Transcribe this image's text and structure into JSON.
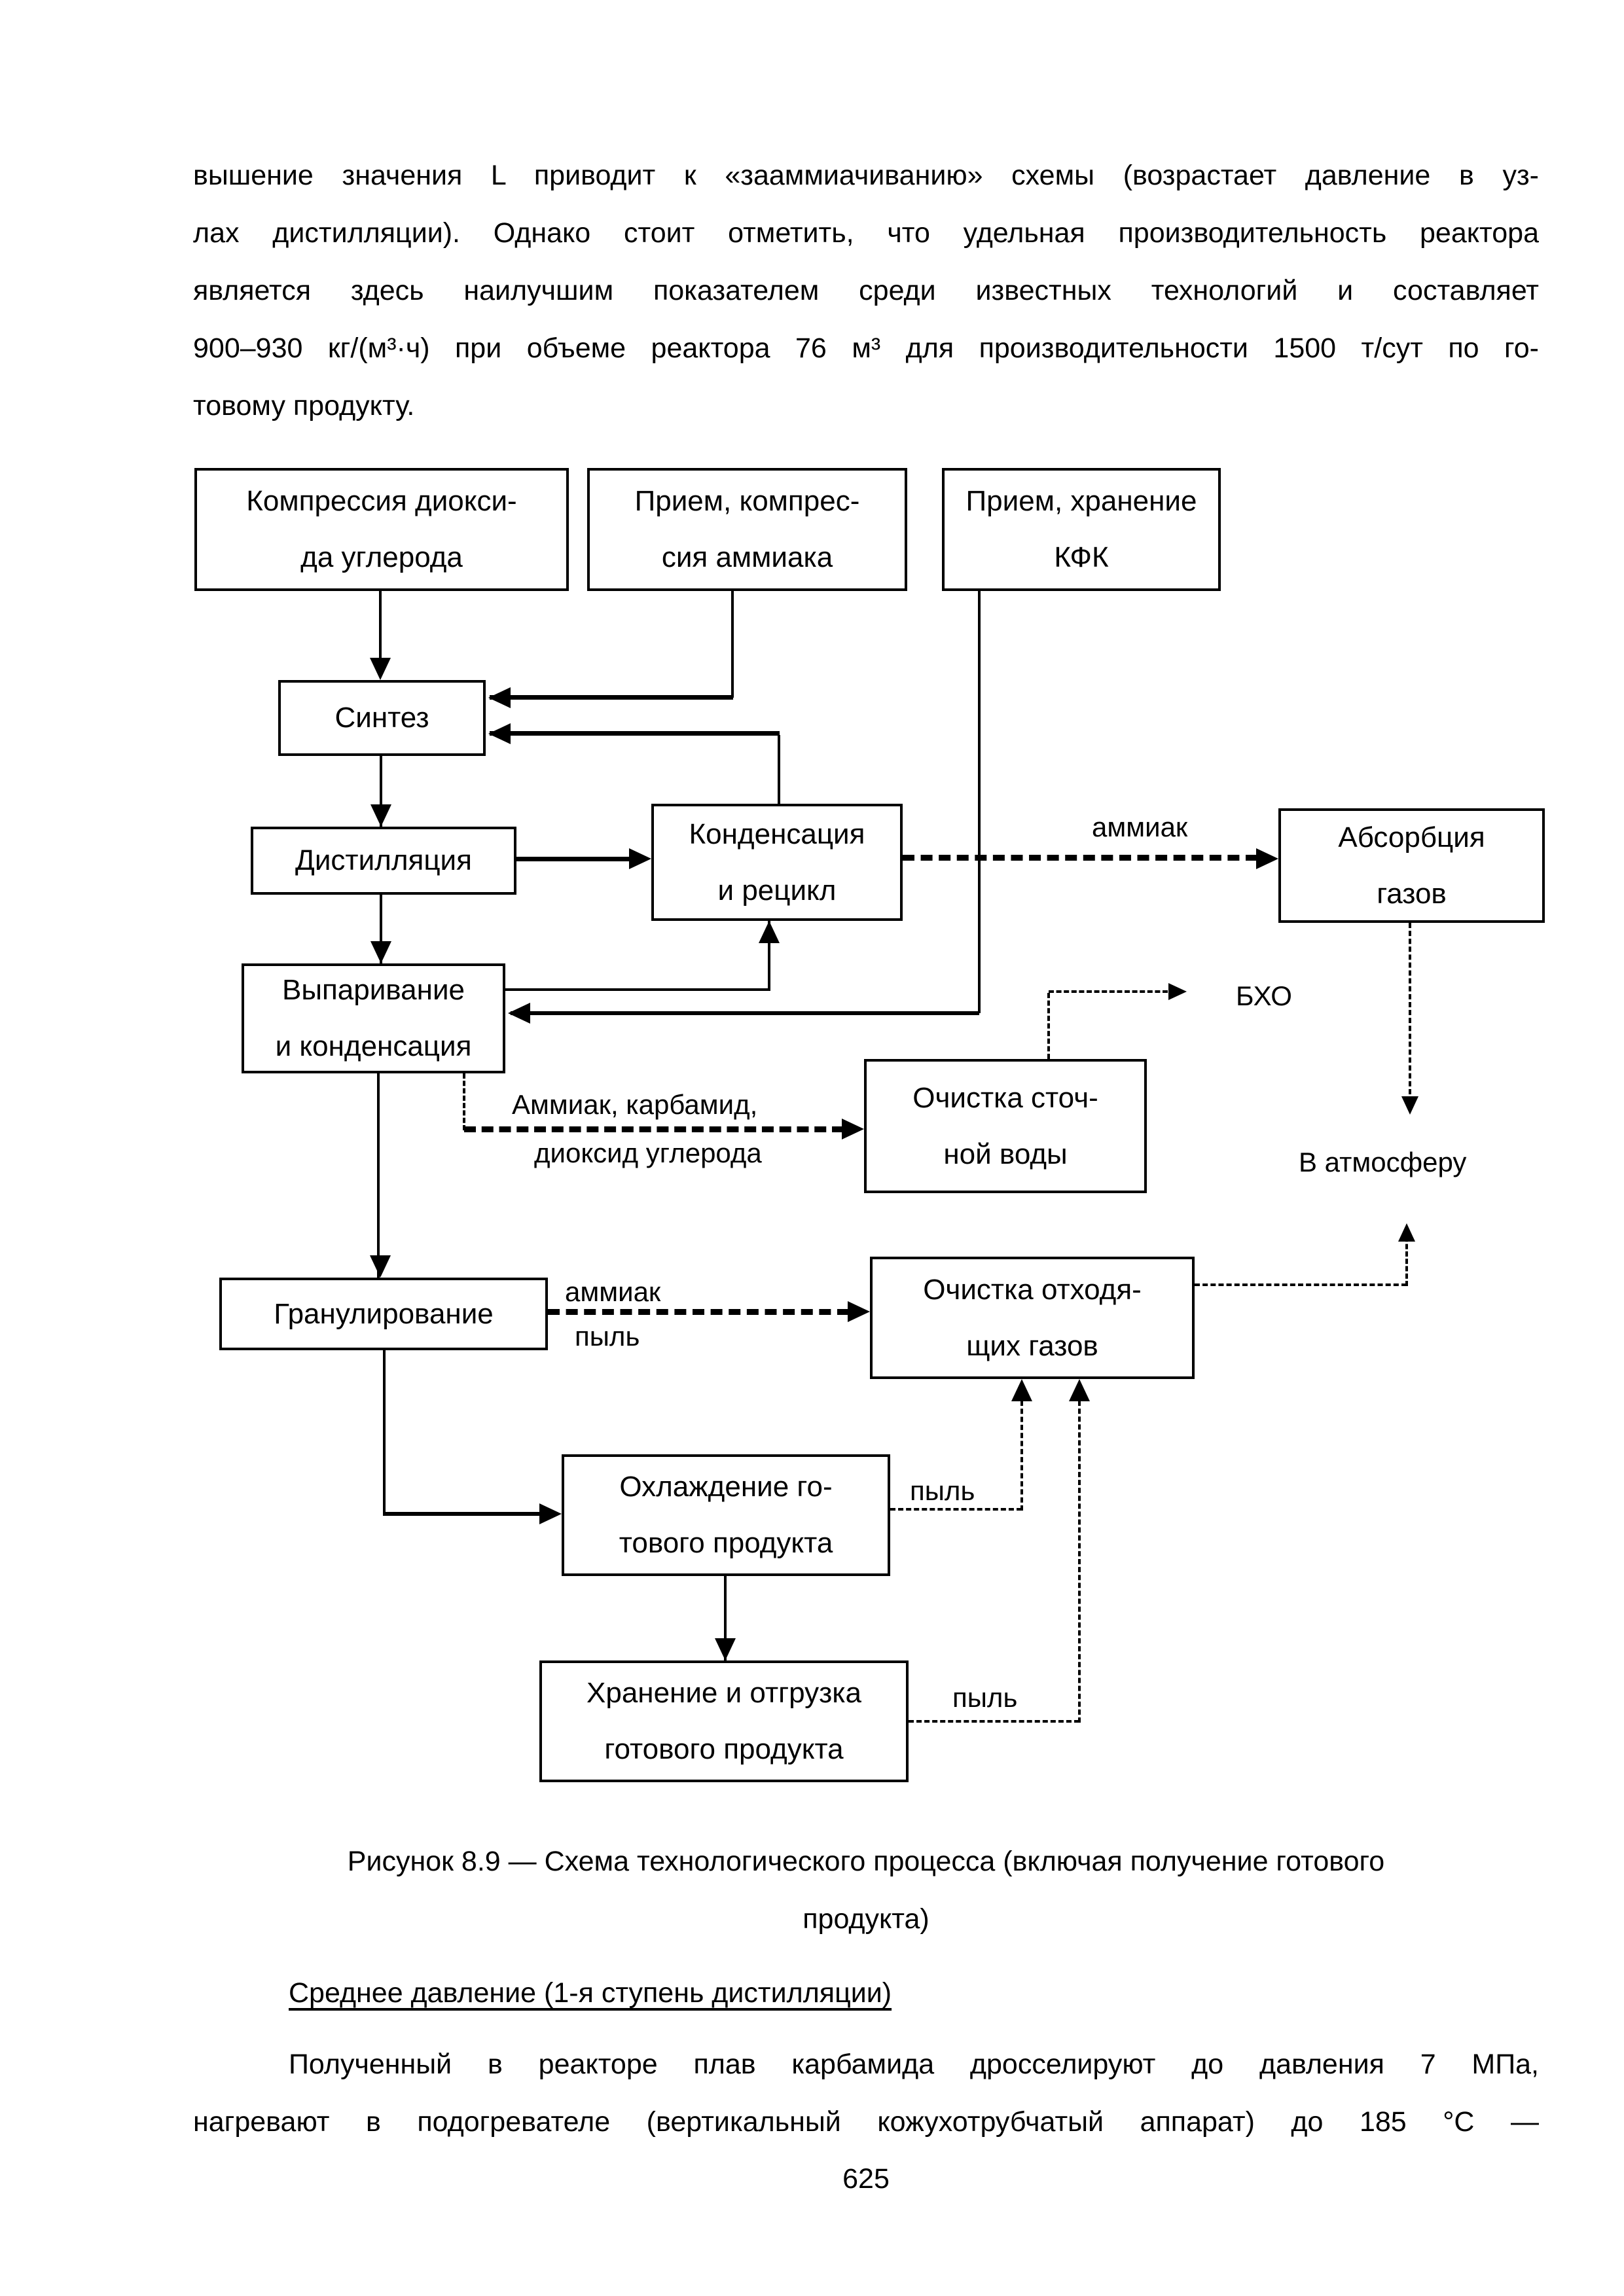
{
  "document": {
    "paragraph1": {
      "lines": [
        "вышение значения L приводит к «зааммиачиванию» схемы (возрастает давление в уз-",
        "лах дистилляции). Однако стоит отметить, что удельная производительность реактора",
        "является здесь наилучшим показателем среди известных технологий и составляет",
        "900–930 кг/(м³·ч) при объеме реактора 76 м³ для производительности 1500 т/сут по го-",
        "товому продукту."
      ]
    },
    "figure": {
      "caption_line1": "Рисунок 8.9 — Схема технологического процесса (включая получение готового",
      "caption_line2": "продукта)"
    },
    "section_heading": "Среднее давление (1-я ступень дистилляции)",
    "paragraph2": {
      "lines": [
        "Полученный в реакторе плав карбамида дросселируют до давления 7 МПа,",
        "нагревают в подогревателе (вертикальный кожухотрубчатый аппарат) до 185 °С —"
      ]
    },
    "page_number": "625"
  },
  "diagram": {
    "boxes": {
      "co2_compression": {
        "line1": "Компрессия диокси-",
        "line2": "да углерода"
      },
      "ammonia_reception": {
        "line1": "Прием, компрес-",
        "line2": "сия аммиака"
      },
      "kfk_reception": {
        "line1": "Прием, хранение",
        "line2": "КФК"
      },
      "synthesis": {
        "line1": "Синтез"
      },
      "distillation": {
        "line1": "Дистилляция"
      },
      "condensation_recycle": {
        "line1": "Конденсация",
        "line2": "и рецикл"
      },
      "gas_absorption": {
        "line1": "Абсорбция",
        "line2": "газов"
      },
      "evaporation_condensation": {
        "line1": "Выпаривание",
        "line2": "и конденсация"
      },
      "wastewater_treatment": {
        "line1": "Очистка сточ-",
        "line2": "ной воды"
      },
      "granulation": {
        "line1": "Гранулирование"
      },
      "offgas_treatment": {
        "line1": "Очистка отходя-",
        "line2": "щих газов"
      },
      "product_cooling": {
        "line1": "Охлаждение го-",
        "line2": "тового продукта"
      },
      "product_storage": {
        "line1": "Хранение и отгрузка",
        "line2": "готового продукта"
      }
    },
    "labels": {
      "ammonia_to_absorption": "аммиак",
      "bho": "БХО",
      "to_atmosphere": "В атмосферу",
      "evap_stream_line1": "Аммиак, карбамид,",
      "evap_stream_line2": "диоксид углерода",
      "granulation_ammonia": "аммиак",
      "granulation_dust": "пыль",
      "cooling_dust": "пыль",
      "storage_dust": "пыль"
    }
  },
  "colors": {
    "ink": "#000000",
    "paper": "#ffffff"
  }
}
